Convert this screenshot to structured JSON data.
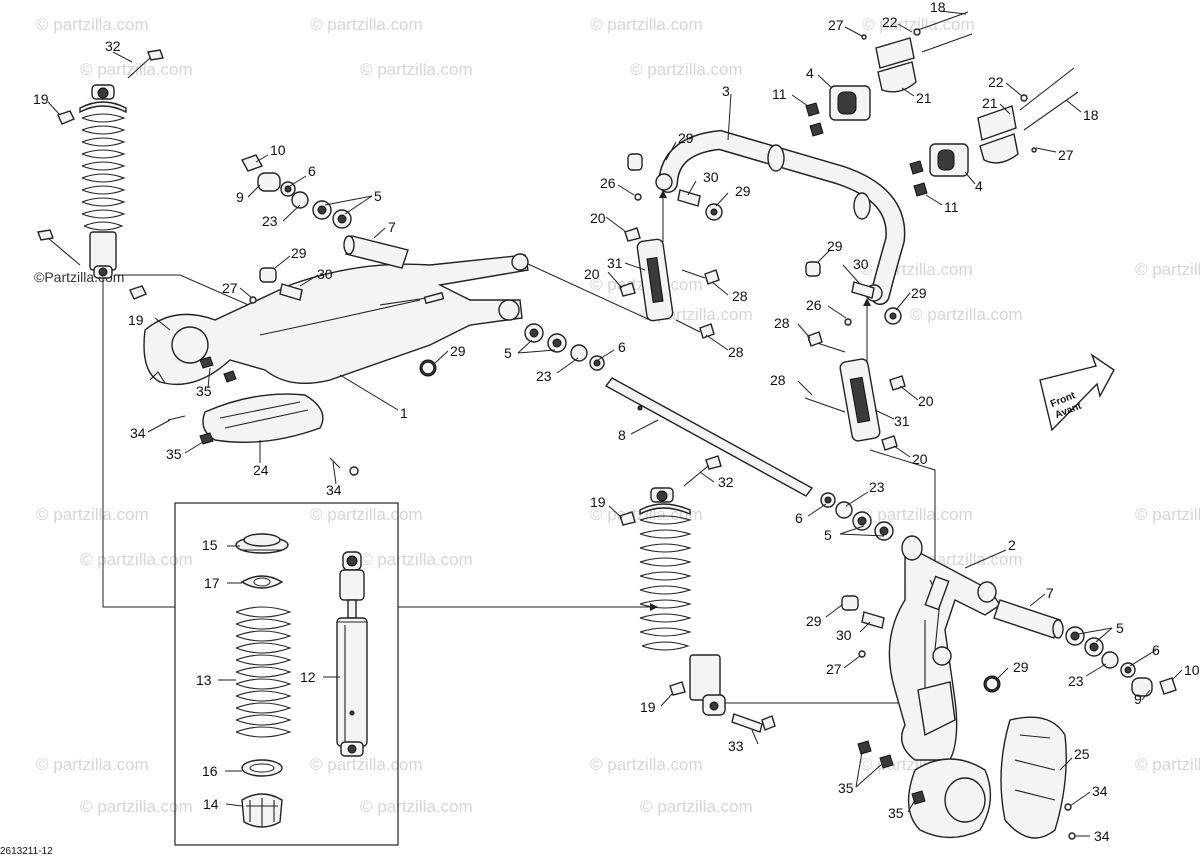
{
  "diagram": {
    "reference_code": "2613211-12",
    "direction_badge": {
      "line1": "Front",
      "line2": "Avant"
    },
    "watermark": "© partzilla.com",
    "corner_watermark": "©Partzilla.com",
    "callouts": {
      "c32a": "32",
      "c19a": "19",
      "c10a": "10",
      "c6a": "6",
      "c9a": "9",
      "c5a": "5",
      "c23a": "23",
      "c7a": "7",
      "c29a": "29",
      "c30a": "30",
      "c27a": "27",
      "c19b": "19",
      "c29b": "29",
      "c35a": "35",
      "c1": "1",
      "c34a": "34",
      "c35b": "35",
      "c24": "24",
      "c34b": "34",
      "c5b": "5",
      "c6b": "6",
      "c23b": "23",
      "c8": "8",
      "c3": "3",
      "c29c": "29",
      "c26a": "26",
      "c30b": "30",
      "c29d": "29",
      "c20a": "20",
      "c31a": "31",
      "c20b": "20",
      "c28a": "28",
      "c28b": "28",
      "c27b": "27",
      "c22a": "22",
      "c18a": "18",
      "c4a": "4",
      "c11a": "11",
      "c21a": "21",
      "c22b": "22",
      "c21b": "21",
      "c18b": "18",
      "c27c": "27",
      "c4b": "4",
      "c11b": "11",
      "c29e": "29",
      "c30c": "30",
      "c29f": "29",
      "c26b": "26",
      "c28c": "28",
      "c28d": "28",
      "c20c": "20",
      "c31b": "31",
      "c20d": "20",
      "c15": "15",
      "c17": "17",
      "c13": "13",
      "c12": "12",
      "c16": "16",
      "c14": "14",
      "c19c": "19",
      "c32b": "32",
      "c19d": "19",
      "c33": "33",
      "c6c": "6",
      "c23c": "23",
      "c5c": "5",
      "c2": "2",
      "c7b": "7",
      "c5d": "5",
      "c29g": "29",
      "c30d": "30",
      "c27d": "27",
      "c29h": "29",
      "c6d": "6",
      "c10b": "10",
      "c23d": "23",
      "c9b": "9",
      "c25": "25",
      "c35c": "35",
      "c34c": "34",
      "c35d": "35",
      "c34d": "34"
    }
  }
}
